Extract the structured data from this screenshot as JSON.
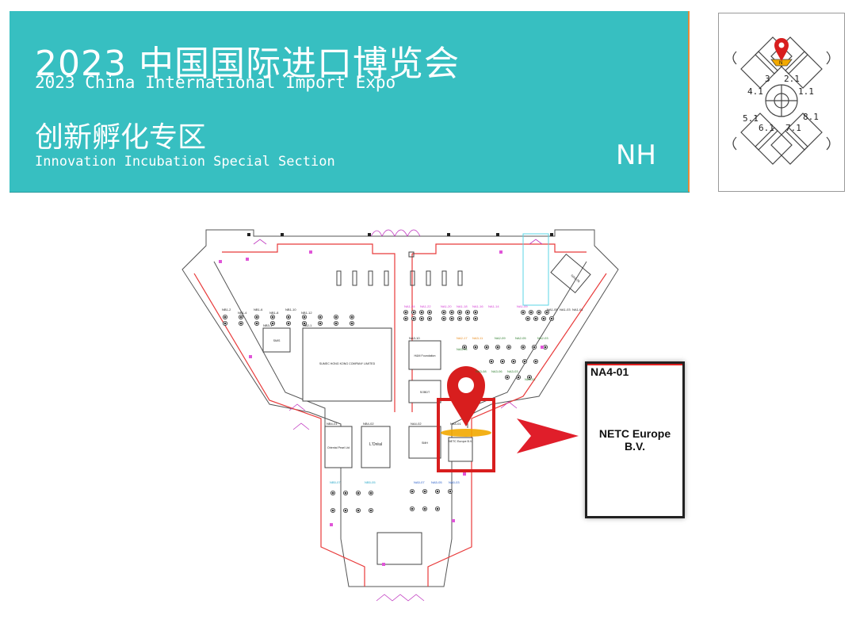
{
  "header": {
    "title_cn": "2023 中国国际进口博览会",
    "title_en": "2023 China International Import Expo",
    "section_cn": "创新孵化专区",
    "section_en": "Innovation Incubation Special Section",
    "hall_code": "NH"
  },
  "keymap": {
    "north_label": "N",
    "halls": [
      "3",
      "2.1",
      "4.1",
      "1.1",
      "5.1",
      "8.1",
      "6.1",
      "7.1"
    ]
  },
  "floorplan": {
    "booths": {
      "b1": "NB1-2",
      "b2": "NB1-4",
      "b3": "NB1-6",
      "b4": "NB1-8",
      "b5": "NB1-10",
      "b6": "NB1-12",
      "b7": "NA1-24",
      "b8": "NA1-22",
      "b9": "NA1-20",
      "b10": "NA1-18",
      "b11": "NA1-16",
      "b12": "NA1-14",
      "b13": "NA1-09",
      "b14": "NA1-05",
      "b15": "NA1-03",
      "b16": "NA1-01",
      "b17": "NB3-1",
      "b18": "NB2-1",
      "b19": "NA3-10",
      "b20": "NA3-11",
      "b21": "NA2-17",
      "b22": "NA2-09",
      "b23": "NA2-05",
      "b24": "NA2-03",
      "b25": "NA3-14",
      "b26": "NA3-08",
      "b27": "NA3-06",
      "b28": "NA3-03",
      "b29": "NA3-01",
      "b30": "NB4-01",
      "b31": "NB4-02",
      "b32": "NA4-02",
      "b33": "NA4-01",
      "b34": "NB5-07",
      "b35": "NB5-05",
      "b36": "NA5-07",
      "b37": "NA5-05",
      "b38": "NA5-03",
      "b39": "NA1-26"
    },
    "exhibitors": {
      "e1": "SMIS",
      "e2": "SUMEC HONG KONG COMPANY LIMITED",
      "e3": "H&M Foundation",
      "e4": "SOBDT",
      "e5": "Oriental Pearl Ltd",
      "e6": "L'Oréal",
      "e7": "SMH",
      "e8": "NETC Europe B.V."
    }
  },
  "callout": {
    "booth_id": "NA4-01",
    "exhibitor_line1": "NETC Europe",
    "exhibitor_line2": "B.V."
  },
  "colors": {
    "banner": "#37bfc1",
    "accent_red": "#d81e1e",
    "highlight": "#f2a900",
    "wall": "#e83a3a"
  }
}
